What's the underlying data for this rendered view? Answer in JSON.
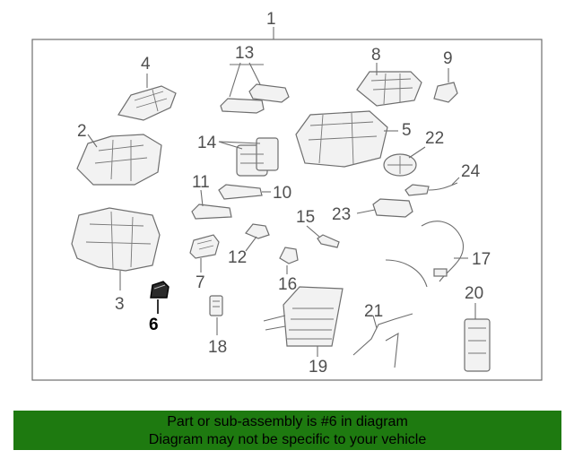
{
  "diagram": {
    "callouts": {
      "c1": "1",
      "c2": "2",
      "c3": "3",
      "c4": "4",
      "c5": "5",
      "c6": "6",
      "c7": "7",
      "c8": "8",
      "c9": "9",
      "c10": "10",
      "c11": "11",
      "c12": "12",
      "c13": "13",
      "c14": "14",
      "c15": "15",
      "c16": "16",
      "c17": "17",
      "c18": "18",
      "c19": "19",
      "c20": "20",
      "c21": "21",
      "c22": "22",
      "c23": "23",
      "c24": "24"
    },
    "highlighted_part": "6",
    "colors": {
      "frame": "#6e6e6e",
      "highlight": "#000000",
      "banner": "#1e7a10"
    }
  },
  "banner": {
    "line1": "Part or sub-assembly is #6 in diagram",
    "line2": "Diagram may not be specific to your vehicle"
  }
}
